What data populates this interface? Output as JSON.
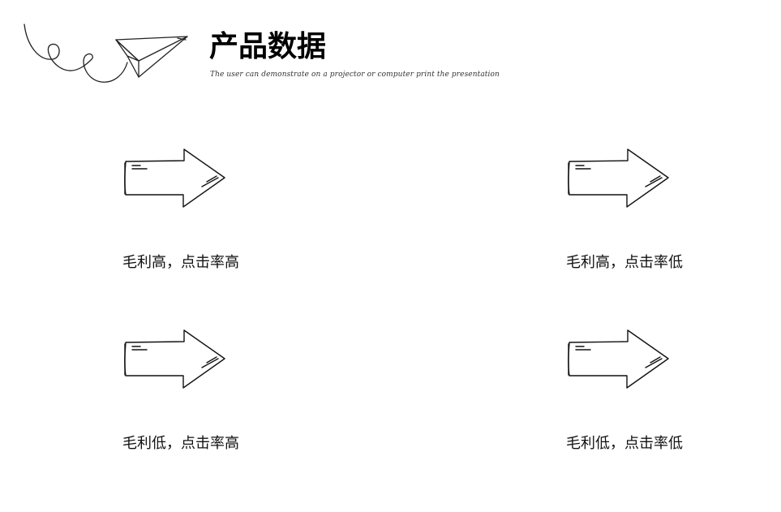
{
  "header": {
    "title": "产品数据",
    "subtitle": "The user can demonstrate on a projector or computer print the presentation"
  },
  "cards": [
    {
      "label": "毛利高，点击率高",
      "icon": "arrow-right-icon"
    },
    {
      "label": "毛利高，点击率低",
      "icon": "arrow-right-icon"
    },
    {
      "label": "毛利低，点击率高",
      "icon": "arrow-right-icon"
    },
    {
      "label": "毛利低，点击率低",
      "icon": "arrow-right-icon"
    }
  ],
  "decorations": {
    "header_icon": "paper-plane-icon"
  }
}
